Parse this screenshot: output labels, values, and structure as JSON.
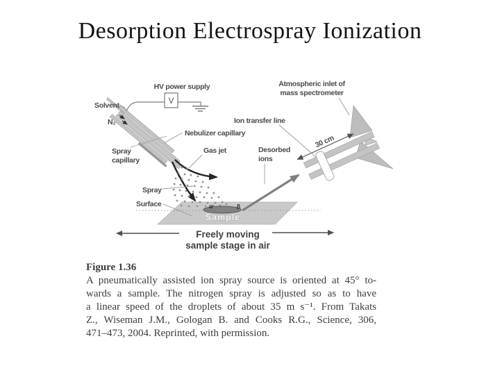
{
  "slide": {
    "title": "Desorption Electrospray Ionization"
  },
  "diagram": {
    "labels": {
      "hv_power_supply": "HV power supply",
      "voltmeter": "V",
      "solvent": "Solvent",
      "nitrogen": "N₂",
      "nebulizer_capillary": "Nebulizer capillary",
      "spray_capillary_line1": "Spray",
      "spray_capillary_line2": "capillary",
      "gas_jet": "Gas jet",
      "spray": "Spray",
      "surface": "Surface",
      "sample": "Sample",
      "desorbed_line1": "Desorbed",
      "desorbed_line2": "ions",
      "ion_transfer_line": "Ion transfer line",
      "inlet_line1": "Atmospheric inlet of",
      "inlet_line2": "mass spectrometer",
      "distance": "30 cm",
      "angle_alpha": "α",
      "angle_beta": "β",
      "stage_line1": "Freely moving",
      "stage_line2": "sample stage in air"
    },
    "colors": {
      "label_ink": "#4a4a4a",
      "tube_grey": "#c4c4c4",
      "stage_grey": "#c9c9c9",
      "jet_black": "#262626",
      "ion_arrow_grey": "#7e7e7e"
    }
  },
  "caption": {
    "heading": "Figure 1.36",
    "lines": [
      "A pneumatically assisted ion spray source is oriented at 45° to-",
      "wards a sample. The nitrogen spray is adjusted so as to have",
      "a linear speed of the droplets of about 35 m s⁻¹. From Takats",
      "Z., Wiseman J.M., Gologan B. and Cooks R.G., Science, 306,",
      "471–473, 2004. Reprinted, with permission."
    ]
  }
}
